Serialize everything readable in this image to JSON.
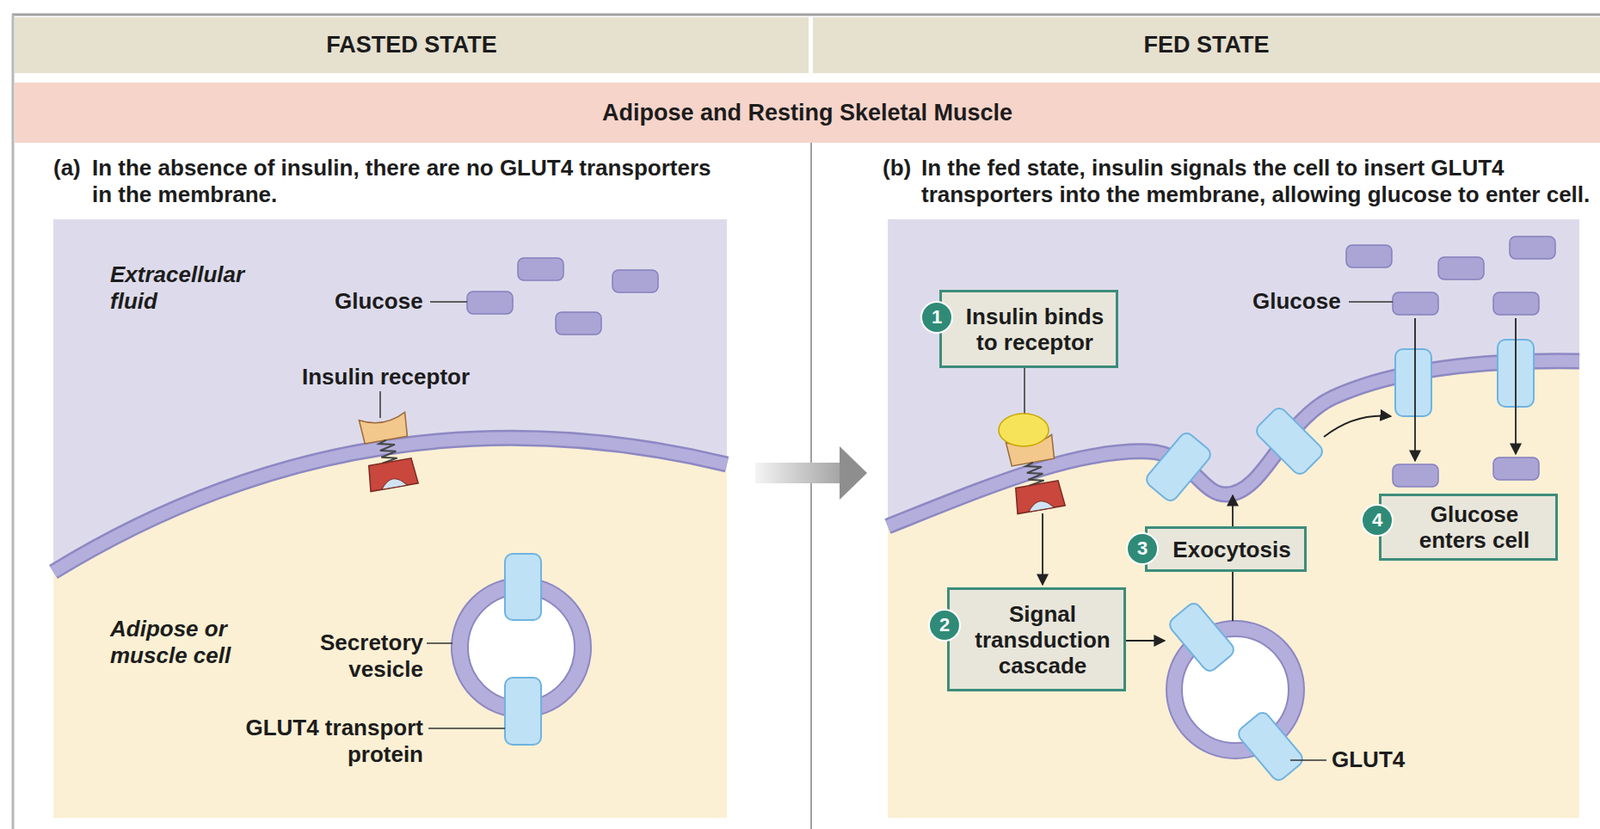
{
  "diagram": {
    "nodes": [
      {
        "text": [
          "FASTED STATE"
        ]
      },
      {
        "text": [
          "FED STATE"
        ]
      },
      {
        "text": [
          "Adipose and Resting Skeletal Muscle"
        ]
      },
      {
        "text": [
          "(a)",
          "In the absence of insulin, there are no GLUT4 transporters in the membrane."
        ]
      },
      {
        "text": [
          "(b)",
          "In the fed state, insulin signals the cell to insert GLUT4 transporters into the membrane, allowing glucose to enter cell."
        ]
      },
      {
        "text": [
          "Insulin binds to receptor"
        ],
        "in": 4
      },
      {
        "text": [
          "Signal transduction cascade"
        ],
        "in": 4
      },
      {
        "text": [
          "Exocytosis"
        ],
        "in": 4
      },
      {
        "text": [
          "Glucose enters cell"
        ],
        "in": 4
      }
    ],
    "edges": [
      {
        "from": 3,
        "to": 4,
        "arrow": "to"
      }
    ],
    "labels": [
      "Extracellular fluid",
      "Glucose",
      "Insulin receptor",
      "Adipose or muscle cell",
      "Secretory vesicle",
      "GLUT4 transport protein",
      "1",
      "Glucose",
      "2",
      "3",
      "4",
      "GLUT4"
    ]
  }
}
